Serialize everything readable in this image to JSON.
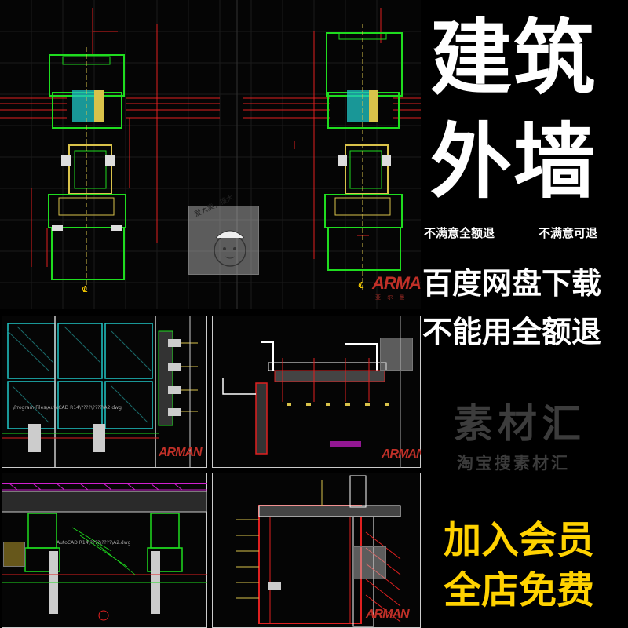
{
  "headline": {
    "line1": "建筑",
    "line2": "外墙"
  },
  "guarantee": {
    "left": "不满意全额退",
    "right": "不满意可退"
  },
  "download": "百度网盘下载",
  "refund": "不能用全额退",
  "store_logo": {
    "main": "素材汇",
    "sub": "淘宝搜素材汇"
  },
  "promo": {
    "line1": "加入会员",
    "line2": "全店免费"
  },
  "cad_watermark": "ARMAN",
  "cad_watermark_sub": "亚 尔 曼",
  "centerline_mark": "℄",
  "stamp_text": "爱大卖，搜大",
  "file_path_text": "\\Program Files\\AutoCAD R14\\????\\????\\A2.dwg",
  "file_path_text_2": "AutoCAD R14\\????\\????\\A2.dwg",
  "colors": {
    "cad_bg": "#050505",
    "green": "#1fdc1f",
    "red": "#e02020",
    "yellow": "#ffd200",
    "cyan": "#20c8c8",
    "magenta": "#d020d0",
    "white": "#ffffff"
  }
}
